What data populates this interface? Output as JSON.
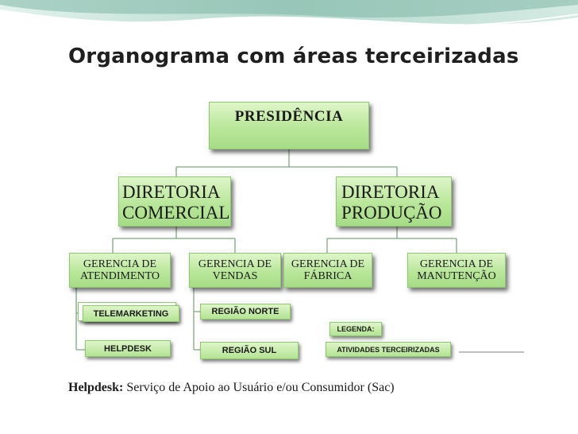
{
  "title": "Organograma com áreas terceirizadas",
  "colors": {
    "box_light": "#dff5c9",
    "box_dark": "#a6dc86",
    "box_border": "#8fc96f",
    "connector": "#7fa882",
    "header_teal": "#7fb7a6",
    "header_light": "#c6e4da"
  },
  "nodes": {
    "presidencia": "PRESIDÊNCIA",
    "diretoria_comercial": {
      "line1": "DIRETORIA",
      "line2": "COMERCIAL"
    },
    "diretoria_producao": {
      "line1": "DIRETORIA",
      "line2": "PRODUÇÃO"
    },
    "gerencia_atendimento": {
      "line1": "GERENCIA DE",
      "line2": "ATENDIMENTO"
    },
    "gerencia_vendas": {
      "line1": "GERENCIA DE",
      "line2": "VENDAS"
    },
    "gerencia_fabrica": {
      "line1": "GERENCIA DE",
      "line2": "FÁBRICA"
    },
    "gerencia_manutencao": {
      "line1": "GERENCIA DE",
      "line2": "MANUTENÇÃO"
    },
    "telemarketing": "TELEMARKETING",
    "helpdesk": "HELPDESK",
    "regiao_norte": "REGIÃO NORTE",
    "regiao_sul": "REGIÃO SUL"
  },
  "legend": {
    "label": "LEGENDA:",
    "item": "ATIVIDADES TERCEIRIZADAS"
  },
  "footer": {
    "term": "Helpdesk:",
    "definition": "Serviço de Apoio ao Usuário e/ou Consumidor (Sac)"
  }
}
